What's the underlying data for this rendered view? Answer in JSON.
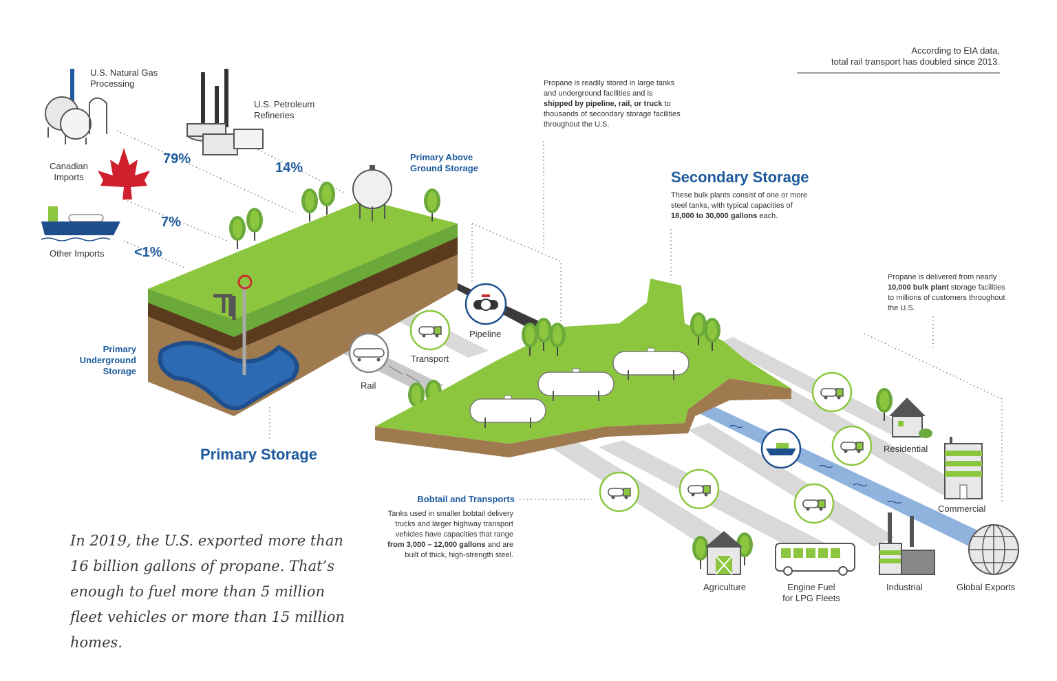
{
  "eia_note": {
    "line1": "According to EIA data,",
    "line2": "total rail transport has doubled since 2013."
  },
  "sources": [
    {
      "label": "U.S. Natural Gas Processing",
      "pct": "79%"
    },
    {
      "label": "U.S. Petroleum Refineries",
      "pct": "14%"
    },
    {
      "label": "Canadian Imports",
      "pct": "7%"
    },
    {
      "label": "Other Imports",
      "pct": "<1%"
    }
  ],
  "primary": {
    "title": "Primary Storage",
    "above_ground": "Primary Above Ground Storage",
    "underground": "Primary Underground Storage"
  },
  "shipping_note": {
    "pre": "Propane is readily stored in large tanks and underground facilities and is ",
    "bold": "shipped by pipeline, rail, or truck",
    "post": " to thousands of secondary storage facilities throughout the U.S."
  },
  "secondary": {
    "title": "Secondary Storage",
    "pre": "These bulk plants consist of one or more steel tanks, with typical capacities of ",
    "bold": "18,000 to 30,000 gallons",
    "post": " each."
  },
  "delivery_note": {
    "pre": "Propane is delivered from nearly ",
    "bold": "10,000 bulk plant",
    "post": " storage facilities to millions of customers throughout the U.S."
  },
  "transport_modes": {
    "pipeline": "Pipeline",
    "transport": "Transport",
    "rail": "Rail"
  },
  "bobtail": {
    "title": "Bobtail and Transports",
    "pre": "Tanks used in smaller bobtail delivery trucks and larger highway transport vehicles have capacities that range ",
    "bold": "from 3,000 – 12,000 gallons",
    "post": " and are built of thick, high-strength steel."
  },
  "end_uses": {
    "residential": "Residential",
    "commercial": "Commercial",
    "agriculture": "Agriculture",
    "engine_fuel_1": "Engine Fuel",
    "engine_fuel_2": "for LPG Fleets",
    "industrial": "Industrial",
    "global_exports": "Global Exports"
  },
  "quote": "In 2019, the U.S. exported more than 16 billion gallons of propane. That’s enough to fuel more than 5 million fleet vehicles or more than 15 million homes.",
  "colors": {
    "grass": "#8cc63f",
    "grass_dark": "#6aa93a",
    "soil": "#a07a4f",
    "soil_dark": "#5a3b1e",
    "water": "#1e4f8c",
    "accent_blue": "#1d5a9e",
    "road": "#d9d9d9",
    "river": "#8fb3dc"
  },
  "icons": [
    "gas-processing-icon",
    "refinery-icon",
    "maple-leaf-icon",
    "cargo-ship-icon",
    "storage-sphere-icon",
    "valve-icon",
    "truck-icon",
    "rail-car-icon",
    "pipeline-icon",
    "house-icon",
    "office-icon",
    "barn-icon",
    "bus-icon",
    "factory-icon",
    "globe-icon"
  ]
}
